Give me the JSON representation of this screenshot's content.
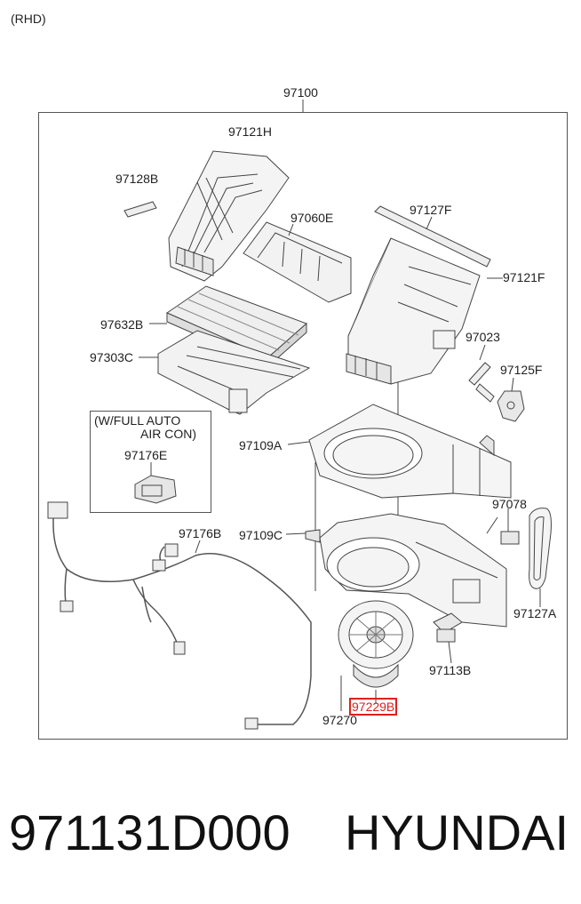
{
  "region_tag": "(RHD)",
  "assembly_label": "97100",
  "labels": {
    "p97121H": "97121H",
    "p97128B": "97128B",
    "p97060E": "97060E",
    "p97127F": "97127F",
    "p97121F": "97121F",
    "p97632B": "97632B",
    "p97023": "97023",
    "p97303C": "97303C",
    "p97125F": "97125F",
    "p97109A": "97109A",
    "p97176E": "97176E",
    "p97078": "97078",
    "p97176B": "97176B",
    "p97109C": "97109C",
    "p97127A": "97127A",
    "p97113B": "97113B",
    "p97229B": "97229B",
    "p97270": "97270"
  },
  "note": {
    "line1": "(W/FULL AUTO",
    "line2": "AIR CON)"
  },
  "footer": {
    "part_number": "971131D000",
    "brand": "HYUNDAI"
  },
  "colors": {
    "highlight": "#e0201e",
    "line": "#555555"
  }
}
